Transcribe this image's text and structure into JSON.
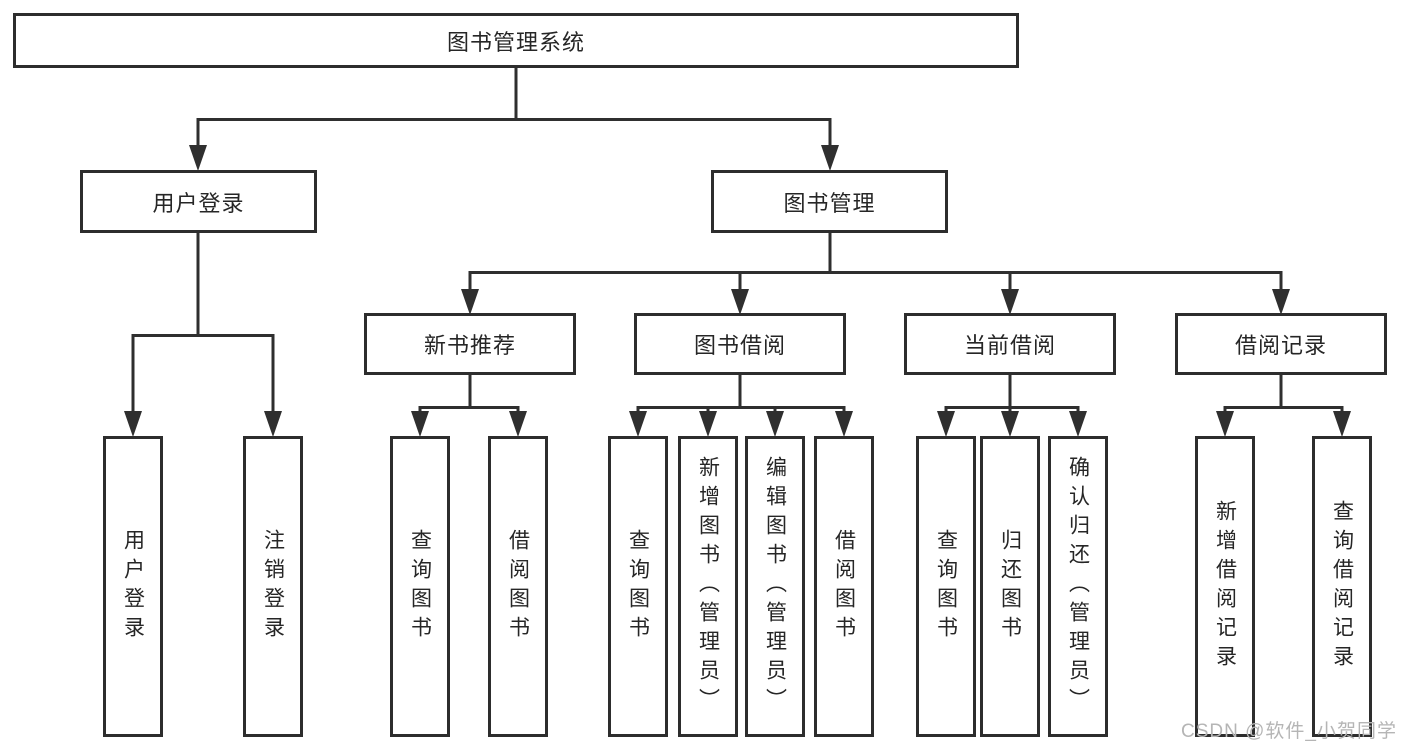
{
  "diagram": {
    "root_label": "图书管理系统",
    "branches": [
      {
        "label": "用户登录",
        "children": [
          "用户登录",
          "注销登录"
        ]
      },
      {
        "label": "图书管理",
        "sections": [
          {
            "label": "新书推荐",
            "children": [
              "查询图书",
              "借阅图书"
            ]
          },
          {
            "label": "图书借阅",
            "children": [
              "查询图书",
              "新增图书（管理员）",
              "编辑图书（管理员）",
              "借阅图书"
            ]
          },
          {
            "label": "当前借阅",
            "children": [
              "查询图书",
              "归还图书",
              "确认归还（管理员）"
            ]
          },
          {
            "label": "借阅记录",
            "children": [
              "新增借阅记录",
              "查询借阅记录"
            ]
          }
        ]
      }
    ]
  },
  "watermark": "CSDN @软件_小贺同学",
  "colors": {
    "line": "#2f2f2f",
    "box_border": "#2d2d2d",
    "text": "#262626",
    "watermark": "#b5b5b5",
    "background": "#ffffff"
  }
}
